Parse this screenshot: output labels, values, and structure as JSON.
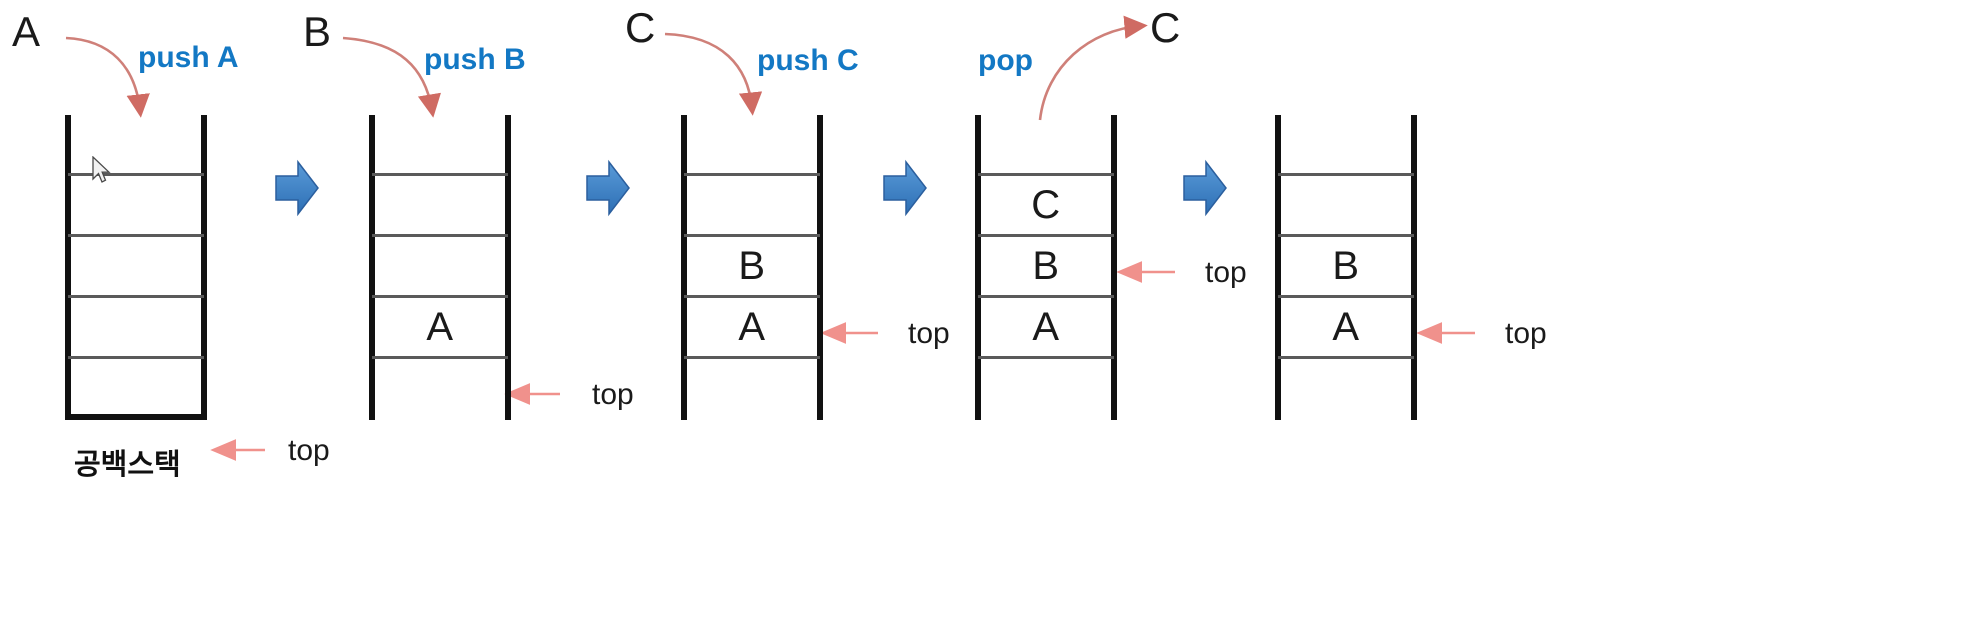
{
  "diagram": {
    "title": "Stack push and pop operation sequence",
    "background_color": "#ffffff",
    "accent_color": "#1378c4",
    "arrow_color": "#d98a86",
    "chevron_color": "#3b7cc4",
    "frame_color": "#111111",
    "shelf_color": "#5a5a5a"
  },
  "panels": [
    {
      "id": "panel-empty",
      "operation_label": "push A",
      "incoming_letter": "A",
      "caption": "공백스택",
      "top_label": "top",
      "cells": [
        "",
        "",
        "",
        ""
      ],
      "closed_bottom": true
    },
    {
      "id": "panel-after-push-a",
      "operation_label": "push B",
      "incoming_letter": "B",
      "caption": "",
      "top_label": "top",
      "cells": [
        "",
        "",
        "",
        "A"
      ],
      "closed_bottom": false
    },
    {
      "id": "panel-after-push-b",
      "operation_label": "push C",
      "incoming_letter": "C",
      "caption": "",
      "top_label": "top",
      "cells": [
        "",
        "",
        "B",
        "A"
      ],
      "closed_bottom": false
    },
    {
      "id": "panel-after-push-c",
      "operation_label": "pop",
      "incoming_letter": "C",
      "caption": "",
      "top_label": "top",
      "cells": [
        "",
        "C",
        "B",
        "A"
      ],
      "closed_bottom": false
    },
    {
      "id": "panel-after-pop",
      "operation_label": "",
      "incoming_letter": "",
      "caption": "",
      "top_label": "top",
      "cells": [
        "",
        "",
        "B",
        "A"
      ],
      "closed_bottom": false
    }
  ],
  "transitions": [
    {
      "id": "chevron-1",
      "from": "panel-empty",
      "to": "panel-after-push-a"
    },
    {
      "id": "chevron-2",
      "from": "panel-after-push-a",
      "to": "panel-after-push-b"
    },
    {
      "id": "chevron-3",
      "from": "panel-after-push-b",
      "to": "panel-after-push-c"
    },
    {
      "id": "chevron-4",
      "from": "panel-after-push-c",
      "to": "panel-after-pop"
    }
  ],
  "pointer_labels": [
    {
      "id": "top-pointer-1",
      "text": "top",
      "target": "panel-empty",
      "position": "below-stack"
    },
    {
      "id": "top-pointer-2",
      "text": "top",
      "target": "panel-after-push-a",
      "position": "row-A"
    },
    {
      "id": "top-pointer-3",
      "text": "top",
      "target": "panel-after-push-b",
      "position": "row-B"
    },
    {
      "id": "top-pointer-4",
      "text": "top",
      "target": "panel-after-push-c",
      "position": "row-C"
    },
    {
      "id": "top-pointer-5",
      "text": "top",
      "target": "panel-after-pop",
      "position": "row-B"
    }
  ],
  "popped_value": "C",
  "cursor": {
    "visible": true,
    "name": "mouse-cursor"
  }
}
